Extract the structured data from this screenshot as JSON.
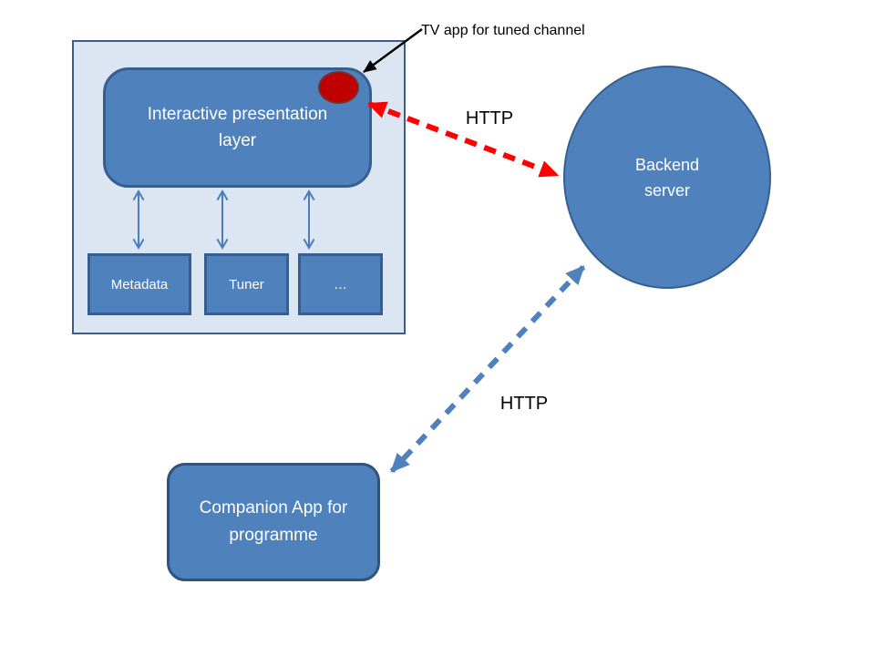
{
  "diagram": {
    "annotation": {
      "label": "TV app for tuned channel"
    },
    "nodes": {
      "presentation": {
        "lines": [
          "Interactive presentation",
          "layer"
        ]
      },
      "modules": [
        {
          "label": "Metadata"
        },
        {
          "label": "Tuner"
        },
        {
          "label": "…"
        }
      ],
      "backend": {
        "lines": [
          "Backend",
          "server"
        ]
      },
      "companion": {
        "lines": [
          "Companion App for",
          "programme"
        ]
      }
    },
    "connections": {
      "tv_backend": {
        "label": "HTTP",
        "style": "red-dashed-double-arrow"
      },
      "companion_backend": {
        "label": "HTTP",
        "style": "blue-dashed-double-arrow"
      },
      "presentation_modules": {
        "style": "thin-blue-double-arrows",
        "count": 3
      }
    },
    "colors": {
      "node_fill": "#4f81bd",
      "node_border": "#365f91",
      "container_fill": "#dce6f2",
      "container_border": "#3f5c86",
      "indicator_fill": "#c00000",
      "red_link": "#fe0000",
      "blue_link": "#4f81bd",
      "thin_arrow": "#4a7ebb",
      "annotation_arrow": "#000000",
      "text_on_node": "#ffffff",
      "text_dark": "#000000"
    }
  }
}
